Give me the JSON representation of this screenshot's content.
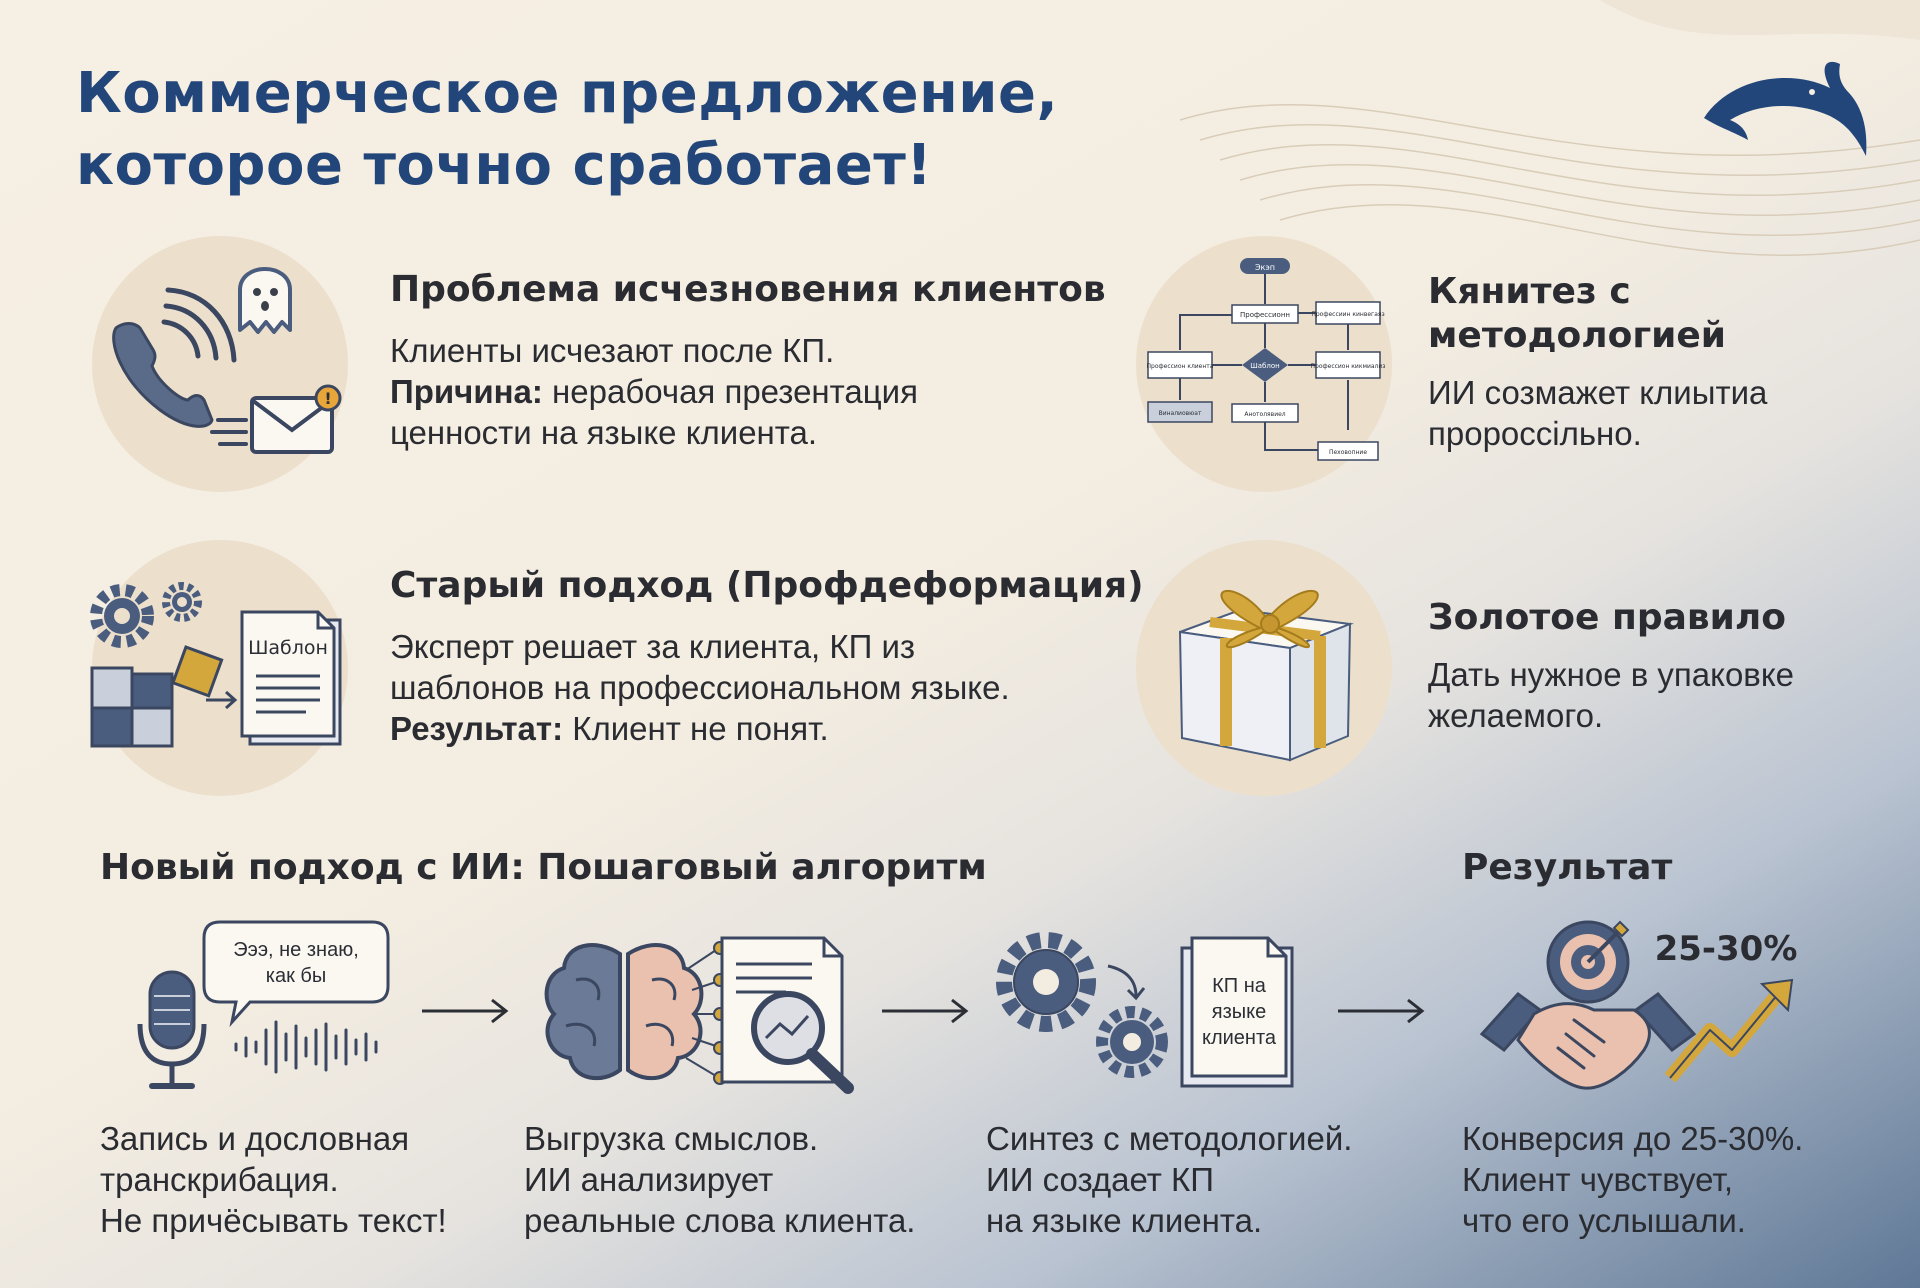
{
  "title": {
    "line1": "Коммерческое предложение,",
    "line2": "которое точно сработает!"
  },
  "logo": {
    "icon": "dolphin-icon",
    "color": "#23467a"
  },
  "colors": {
    "title": "#23467a",
    "accent_gold": "#d4a73c",
    "icon_blue": "#4a5d7e",
    "circle_bg": "#ece0cd"
  },
  "cards": {
    "problem": {
      "heading": "Проблема исчезновения клиентов",
      "line1": "Клиенты исчезают после КП.",
      "cause_label": "Причина:",
      "cause_text": " нерабочая презентация",
      "line3": "ценности на языке клиента."
    },
    "synthesis": {
      "heading1": "Кянитез с",
      "heading2": "методологией",
      "line1": "ИИ созмажет клиытиа",
      "line2": "пророссільно.",
      "flow_labels": [
        "Экэп",
        "Профессионн",
        "Профессиин кинвегаяз",
        "Профессион клиента",
        "Шаблон",
        "Профессион кикмиализ",
        "Виналиовюат",
        "Анотолявиел",
        "Пеховопние"
      ]
    },
    "old": {
      "heading": "Старый подход (Профдеформация)",
      "line1": "Эксперт решает за клиента, КП из",
      "line2": "шаблонов на профессиональном языке.",
      "result_label": "Результат:",
      "result_text": " Клиент не понят.",
      "template_label": "Шаблон"
    },
    "golden": {
      "heading": "Золотое правило",
      "line1": "Дать нужное в упаковке",
      "line2": "желаемого."
    }
  },
  "algorithm": {
    "heading": "Новый подход с ИИ: Пошаговый алгоритм",
    "speech_bubble": [
      "Эээ, не знаю,",
      "как бы"
    ],
    "doc_label": [
      "КП на",
      "языке",
      "клиента"
    ],
    "steps": [
      {
        "lines": [
          "Запись и дословная",
          "транскрибация.",
          "Не причёсывать текст!"
        ]
      },
      {
        "lines": [
          "Выгрузка смыслов.",
          "ИИ анализирует",
          "реальные слова клиента."
        ]
      },
      {
        "lines": [
          "Синтез с методологией.",
          "ИИ создает КП",
          "на языке клиента."
        ]
      }
    ]
  },
  "result": {
    "heading": "Результат",
    "percent": "25-30%",
    "lines": [
      "Конверсия до 25-30%.",
      "Клиент чувствует,",
      "что его услышали."
    ]
  }
}
